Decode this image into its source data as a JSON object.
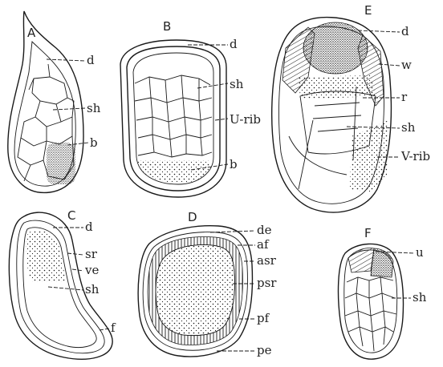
{
  "panels": {
    "A": {
      "letter": "A",
      "labels": [
        "d",
        "sh",
        "b"
      ]
    },
    "B": {
      "letter": "B",
      "labels": [
        "d",
        "sh",
        "U-rib",
        "b"
      ]
    },
    "C": {
      "letter": "C",
      "labels": [
        "d",
        "sr",
        "ve",
        "sh",
        "f"
      ]
    },
    "D": {
      "letter": "D",
      "labels": [
        "de",
        "af",
        "asr",
        "psr",
        "pf",
        "pe"
      ]
    },
    "E": {
      "letter": "E",
      "labels": [
        "d",
        "w",
        "r",
        "sh",
        "V-rib"
      ]
    },
    "F": {
      "letter": "F",
      "labels": [
        "u",
        "sh"
      ]
    }
  },
  "ink_color": "#1a1a1a"
}
